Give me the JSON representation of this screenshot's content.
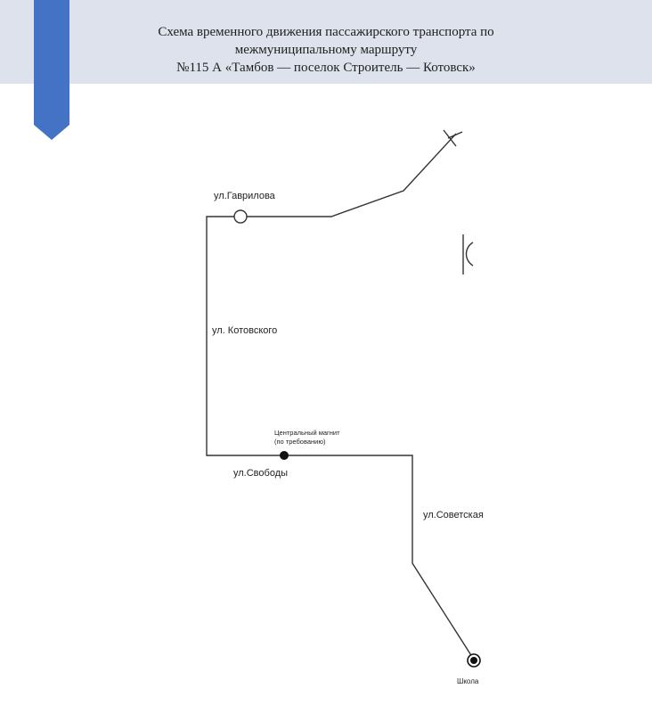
{
  "header": {
    "title_line1": "Схема временного движения пассажирского транспорта по",
    "title_line2": "межмуниципальному маршруту",
    "title_line3": "№115 А «Тамбов — поселок Строитель — Котовск»",
    "band_color": "#dde2ec",
    "bookmark_color": "#4472c4"
  },
  "diagram": {
    "streets": {
      "gavrilova": "ул.Гаврилова",
      "kotovskogo": "ул. Котовского",
      "svobody": "ул.Свободы",
      "sovetskaya": "ул.Советская"
    },
    "stops": {
      "central_magnit_line1": "Центральный магнит",
      "central_magnit_line2": "(по требованию)",
      "school": "Школа"
    },
    "line_color": "#333333"
  }
}
